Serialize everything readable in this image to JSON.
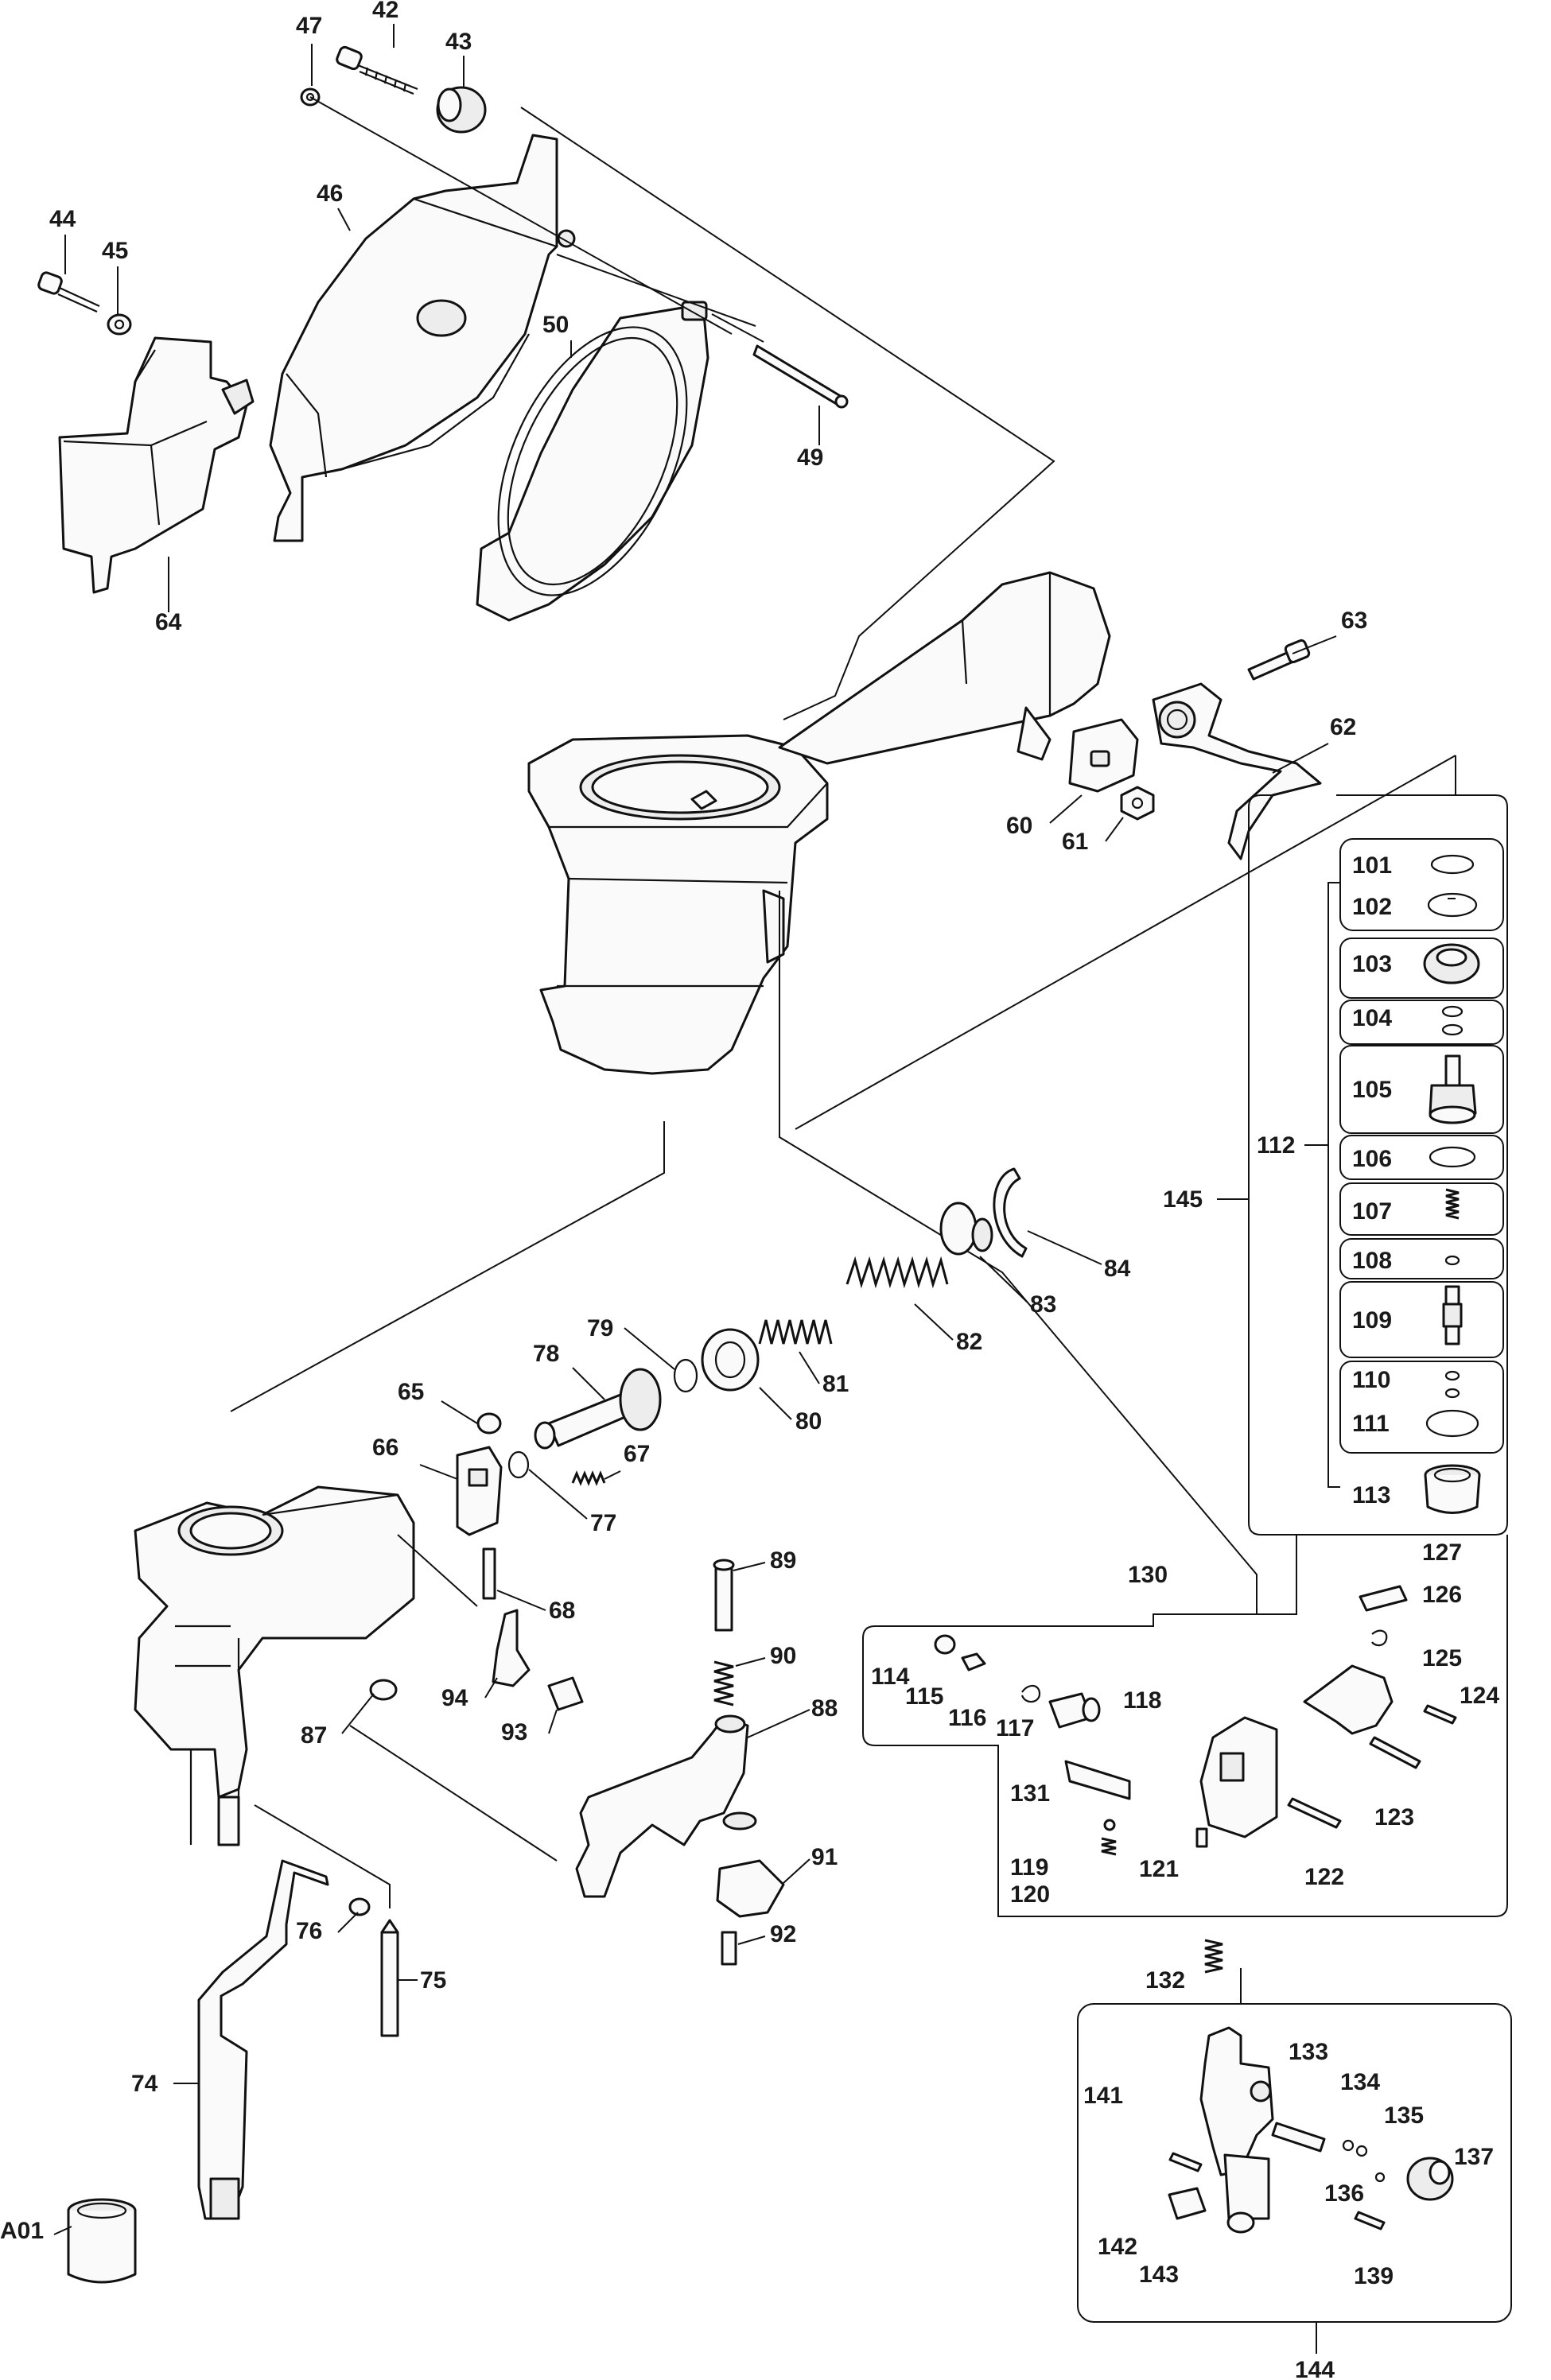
{
  "labels": {
    "p42": "42",
    "p43": "43",
    "p44": "44",
    "p45": "45",
    "p46": "46",
    "p47": "47",
    "p49": "49",
    "p50": "50",
    "p60": "60",
    "p61": "61",
    "p62": "62",
    "p63": "63",
    "p64": "64",
    "p65": "65",
    "p66": "66",
    "p67": "67",
    "p68": "68",
    "p74": "74",
    "p75": "75",
    "p76": "76",
    "p77": "77",
    "p78": "78",
    "p79": "79",
    "p80": "80",
    "p81": "81",
    "p82": "82",
    "p83": "83",
    "p84": "84",
    "p87": "87",
    "p88": "88",
    "p89": "89",
    "p90": "90",
    "p91": "91",
    "p92": "92",
    "p93": "93",
    "p94": "94",
    "p101": "101",
    "p102": "102",
    "p103": "103",
    "p104": "104",
    "p105": "105",
    "p106": "106",
    "p107": "107",
    "p108": "108",
    "p109": "109",
    "p110": "110",
    "p111": "111",
    "p112": "112",
    "p113": "113",
    "p114": "114",
    "p115": "115",
    "p116": "116",
    "p117": "117",
    "p118": "118",
    "p119": "119",
    "p120": "120",
    "p121": "121",
    "p122": "122",
    "p123": "123",
    "p124": "124",
    "p125": "125",
    "p126": "126",
    "p127": "127",
    "p130": "130",
    "p131": "131",
    "p132": "132",
    "p133": "133",
    "p134": "134",
    "p135": "135",
    "p136": "136",
    "p137": "137",
    "p139": "139",
    "p141": "141",
    "p142": "142",
    "p143": "143",
    "p144": "144",
    "p145": "145",
    "a01": "A01"
  }
}
